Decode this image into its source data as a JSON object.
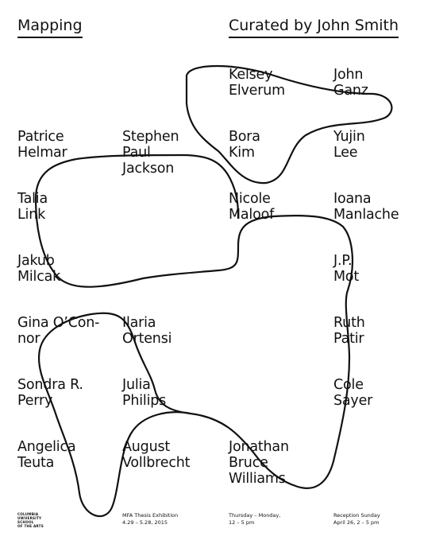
{
  "header": {
    "left_title": "Mapping",
    "right_title": "Curated by John Smith"
  },
  "names": [
    {
      "lines": [
        "Kelsey",
        "Elverum"
      ]
    },
    {
      "lines": [
        "John",
        "Ganz"
      ]
    },
    {
      "lines": [
        "Patrice",
        "Helmar"
      ]
    },
    {
      "lines": [
        "Stephen",
        "Paul",
        "Jackson"
      ]
    },
    {
      "lines": [
        "Bora",
        "Kim"
      ]
    },
    {
      "lines": [
        "Yujin",
        "Lee"
      ]
    },
    {
      "lines": [
        "Talia",
        "Link"
      ]
    },
    {
      "lines": [
        "Nicole",
        "Maloof"
      ]
    },
    {
      "lines": [
        "Ioana",
        "Manlache"
      ]
    },
    {
      "lines": [
        "Jakub",
        "Milcak"
      ]
    },
    {
      "lines": [
        "J.P.",
        "Mot"
      ]
    },
    {
      "lines": [
        "Gina O’Con-",
        "nor"
      ]
    },
    {
      "lines": [
        "Ilaria",
        "Ortensi"
      ]
    },
    {
      "lines": [
        "Ruth",
        "Patir"
      ]
    },
    {
      "lines": [
        "Sondra R.",
        "Perry"
      ]
    },
    {
      "lines": [
        "Julia",
        "Philips"
      ]
    },
    {
      "lines": [
        "Cole",
        "Sayer"
      ]
    },
    {
      "lines": [
        "Angelica",
        "Teuta"
      ]
    },
    {
      "lines": [
        "August",
        "Vollbrecht"
      ]
    },
    {
      "lines": [
        "Jonathan",
        "Bruce",
        "Williams"
      ]
    }
  ],
  "footer": {
    "logo": [
      "COLUMBIA",
      "UNIVERSITY",
      "SCHOOL",
      "OF THE ARTS"
    ],
    "exhibition": [
      "MFA Thesis Exhibition",
      "4.29 – 5.28, 2015"
    ],
    "hours": [
      "Thursday – Monday,",
      "12 – 5 pm"
    ],
    "reception": [
      "Reception Sunday",
      "April 26, 2 – 5 pm"
    ]
  },
  "colors": {
    "ink": "#111111",
    "background": "#ffffff"
  }
}
